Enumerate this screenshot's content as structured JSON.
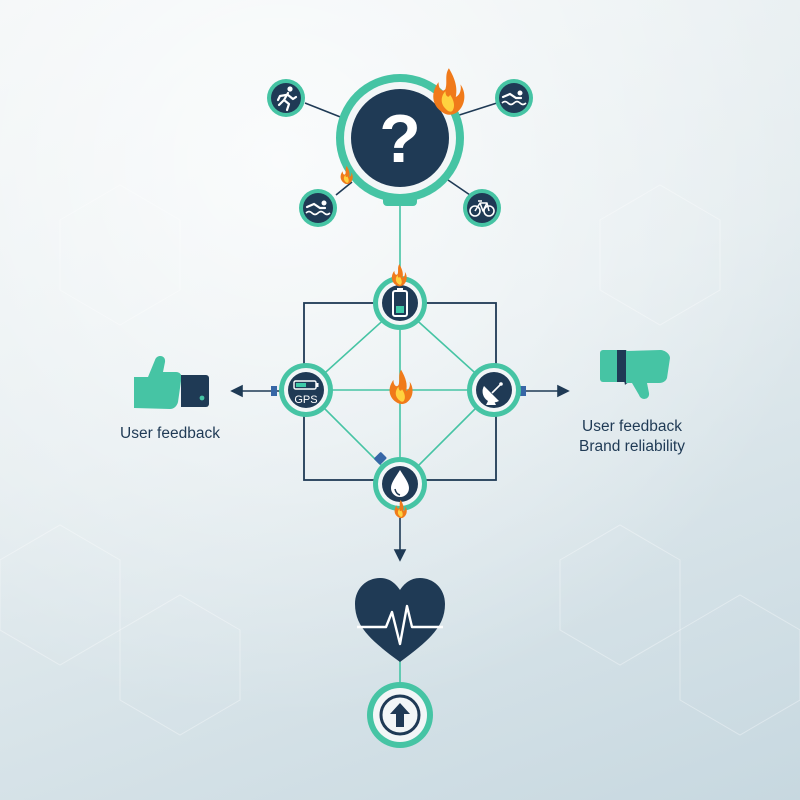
{
  "center_node": {
    "symbol": "?"
  },
  "activities": [
    {
      "name": "running-icon"
    },
    {
      "name": "swimming-icon"
    },
    {
      "name": "swimming-icon"
    },
    {
      "name": "cycling-icon"
    }
  ],
  "feature_nodes": {
    "battery": {
      "icon": "battery-icon"
    },
    "gps": {
      "icon": "gps-icon",
      "text": "GPS"
    },
    "connectivity": {
      "icon": "satellite-dish-icon"
    },
    "water_resistance": {
      "icon": "water-drop-icon"
    }
  },
  "feedback": {
    "left_label": "User feedback",
    "right_label_1": "User feedback",
    "right_label_2": "Brand reliability"
  },
  "outcome": {
    "icon": "heart-pulse-icon",
    "action_icon": "arrow-up-icon"
  },
  "colors": {
    "navy": "#1f3a55",
    "teal": "#3ec9a7",
    "mint": "#46c4a4",
    "flame": "#f07a1a"
  }
}
